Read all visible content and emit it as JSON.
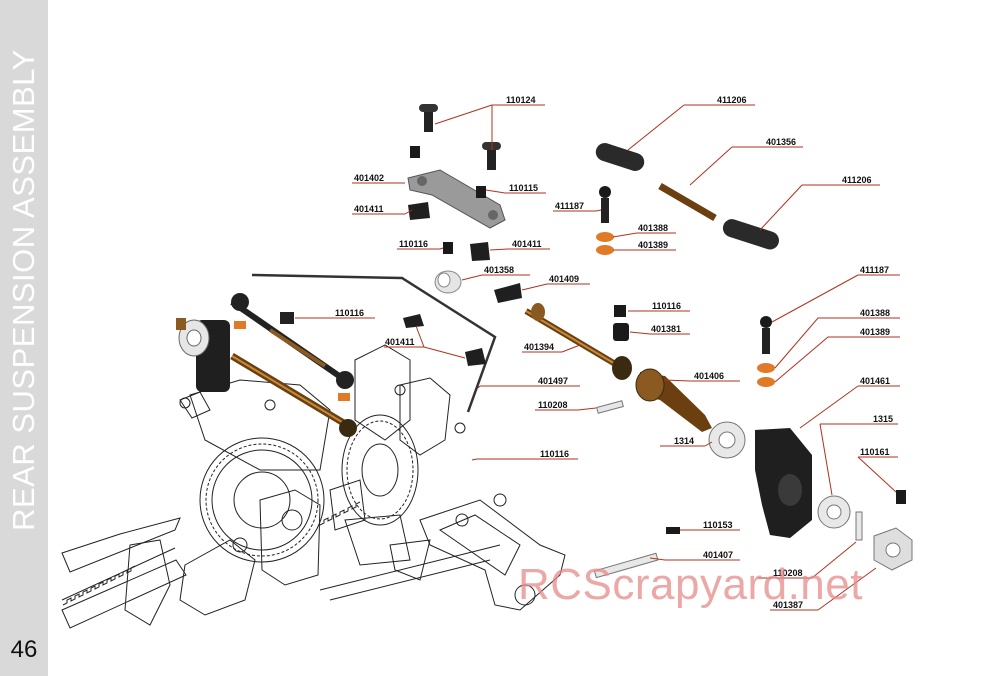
{
  "section_title": "REAR SUSPENSION ASSEMBLY",
  "page_number": "46",
  "watermark": "RCScrapyard.net",
  "accent_color": "#b2311f",
  "part_labels": {
    "p110124": "110124",
    "p411206_top": "411206",
    "p401356": "401356",
    "p411206_mid": "411206",
    "p401402": "401402",
    "p110115": "110115",
    "p401411_top": "401411",
    "p411187_top": "411187",
    "p401388_top": "401388",
    "p401389_top": "401389",
    "p110116_a": "110116",
    "p401411_b": "401411",
    "p401358": "401358",
    "p401409": "401409",
    "p110116_b": "110116",
    "p110116_c": "110116",
    "p401381": "401381",
    "p401411_c": "401411",
    "p401394": "401394",
    "p411187_right": "411187",
    "p401388_right": "401388",
    "p401389_right": "401389",
    "p401406": "401406",
    "p401497": "401497",
    "p401461": "401461",
    "p110208_a": "110208",
    "p1314": "1314",
    "p1315": "1315",
    "p110116_d": "110116",
    "p110161": "110161",
    "p110153": "110153",
    "p401407": "401407",
    "p110208_b": "110208",
    "p401387": "401387"
  }
}
